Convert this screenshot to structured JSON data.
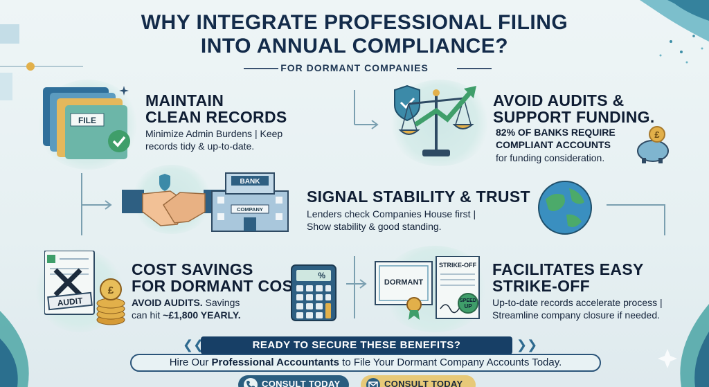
{
  "title": {
    "line1": "WHY INTEGRATE PROFESSIONAL FILING",
    "line2": "INTO ANNUAL COMPLIANCE?",
    "subtitle": "FOR DORMANT COMPANIES"
  },
  "sections": {
    "records": {
      "heading1": "MAINTAIN",
      "heading2": "CLEAN RECORDS",
      "text1": "Minimize Admin Burdens | Keep",
      "text2": "records tidy & up-to-date.",
      "icon_label": "FILE"
    },
    "audits": {
      "heading1": "AVOID AUDITS &",
      "heading2": "SUPPORT FUNDING.",
      "bold1": "82% OF BANKS REQUIRE",
      "bold2": "COMPLIANT ACCOUNTS",
      "text": "for funding consideration.",
      "coin_symbol": "£"
    },
    "stability": {
      "heading": "SIGNAL STABILITY & TRUST",
      "text1": "Lenders check Companies House first |",
      "text2": "Show stability & good standing.",
      "bank_label": "BANK",
      "company_label": "COMPANY"
    },
    "savings": {
      "heading1": "COST SAVINGS",
      "heading2": "FOR DORMANT COS.",
      "bold_prefix": "AVOID AUDITS.",
      "text_mid": " Savings",
      "text_line2_prefix": "can hit ",
      "bold_amount": "~£1,800 YEARLY.",
      "audit_label": "AUDIT",
      "calc_display": "%",
      "coin_symbol": "£"
    },
    "strikeoff": {
      "heading1": "FACILITATES EASY",
      "heading2": "STRIKE-OFF",
      "text1": "Up-to-date records accelerate process |",
      "text2": "Streamline company closure if needed.",
      "cert1_label": "DORMANT",
      "cert2_label": "STRIKE-OFF",
      "stamp_line1": "SPEED",
      "stamp_line2": "UP"
    }
  },
  "cta": {
    "banner": "READY TO SECURE THESE BENEFITS?",
    "line_prefix": "Hire Our ",
    "line_bold": "Professional Accountants",
    "line_suffix": " to File Your Dormant Company Accounts Today.",
    "button1": "CONSULT TODAY",
    "button2": "CONSULT TODAY"
  },
  "colors": {
    "navy": "#132b4a",
    "teal": "#3c9a8a",
    "gold": "#e7c978",
    "banner": "#173f66"
  }
}
